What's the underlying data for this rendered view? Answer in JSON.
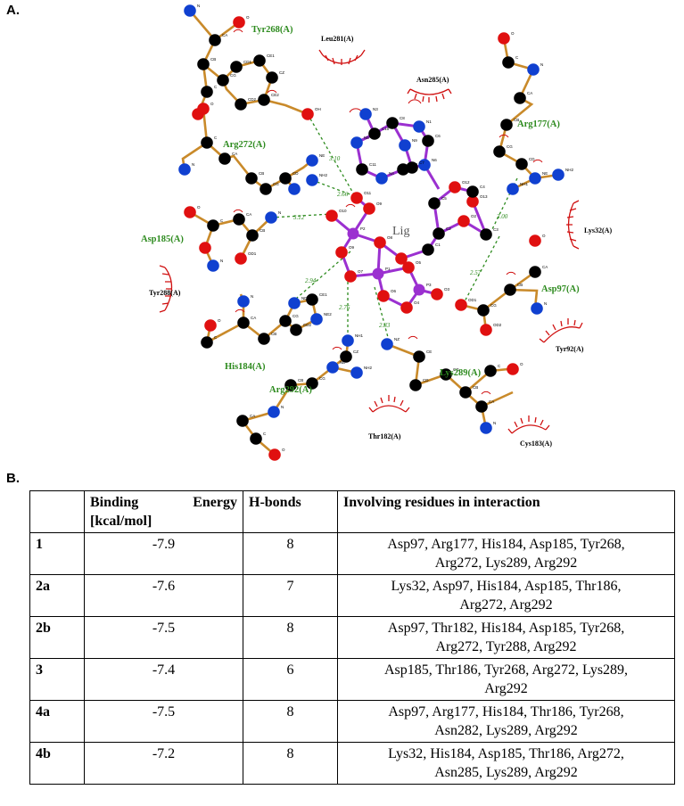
{
  "panel_a_label": "A.",
  "panel_b_label": "B.",
  "ligand_label": "Lig",
  "residues": {
    "tyr268": "Tyr268(A)",
    "arg272": "Arg272(A)",
    "asp185": "Asp185(A)",
    "his184": "His184(A)",
    "arg292": "Arg292(A)",
    "lys289": "Lys289(A)",
    "asp97": "Asp97(A)",
    "arg177": "Arg177(A)"
  },
  "hydrophobic": {
    "leu281": "Leu281(A)",
    "asn285": "Asn285(A)",
    "lys32": "Lys32(A)",
    "tyr288": "Tyr288(A)",
    "tyr92": "Tyr92(A)",
    "thr182": "Thr182(A)",
    "cys183": "Cys183(A)"
  },
  "distances": [
    "3.10",
    "2.66",
    "3.12",
    "2.94",
    "2.76",
    "2.83",
    "2.57",
    "3.00"
  ],
  "table": {
    "headers": {
      "binding_energy_1": "Binding",
      "binding_energy_2": "Energy",
      "binding_energy_unit": "[kcal/mol]",
      "hbonds": "H-bonds",
      "residues": "Involving residues in interaction"
    },
    "rows": [
      {
        "id": "1",
        "energy": "-7.9",
        "hbonds": "8",
        "res_line1": "Asp97, Arg177, His184, Asp185, Tyr268,",
        "res_line2": "Arg272, Lys289, Arg292"
      },
      {
        "id": "2a",
        "energy": "-7.6",
        "hbonds": "7",
        "res_line1": "Lys32, Asp97, His184, Asp185, Thr186,",
        "res_line2": "Arg272, Arg292"
      },
      {
        "id": "2b",
        "energy": "-7.5",
        "hbonds": "8",
        "res_line1": "Asp97, Thr182, His184, Asp185, Tyr268,",
        "res_line2": "Arg272, Tyr288, Arg292"
      },
      {
        "id": "3",
        "energy": "-7.4",
        "hbonds": "6",
        "res_line1": "Asp185, Thr186, Tyr268, Arg272, Lys289,",
        "res_line2": "Arg292"
      },
      {
        "id": "4a",
        "energy": "-7.5",
        "hbonds": "8",
        "res_line1": "Asp97, Arg177, His184, Thr186, Tyr268,",
        "res_line2": "Asn282, Lys289, Arg292"
      },
      {
        "id": "4b",
        "energy": "-7.2",
        "hbonds": "8",
        "res_line1": "Lys32, His184, Asp185, Thr186, Arg272,",
        "res_line2": "Asn285, Lys289, Arg292"
      }
    ]
  },
  "colors": {
    "bond": "#c98a2a",
    "ligand_bond": "#9b30d0",
    "carbon": "#000000",
    "oxygen": "#e01010",
    "nitrogen": "#1040d0",
    "phosphorus": "#9b30d0",
    "hbond": "#2e8b1f",
    "hydrophobic": "#d01010"
  }
}
